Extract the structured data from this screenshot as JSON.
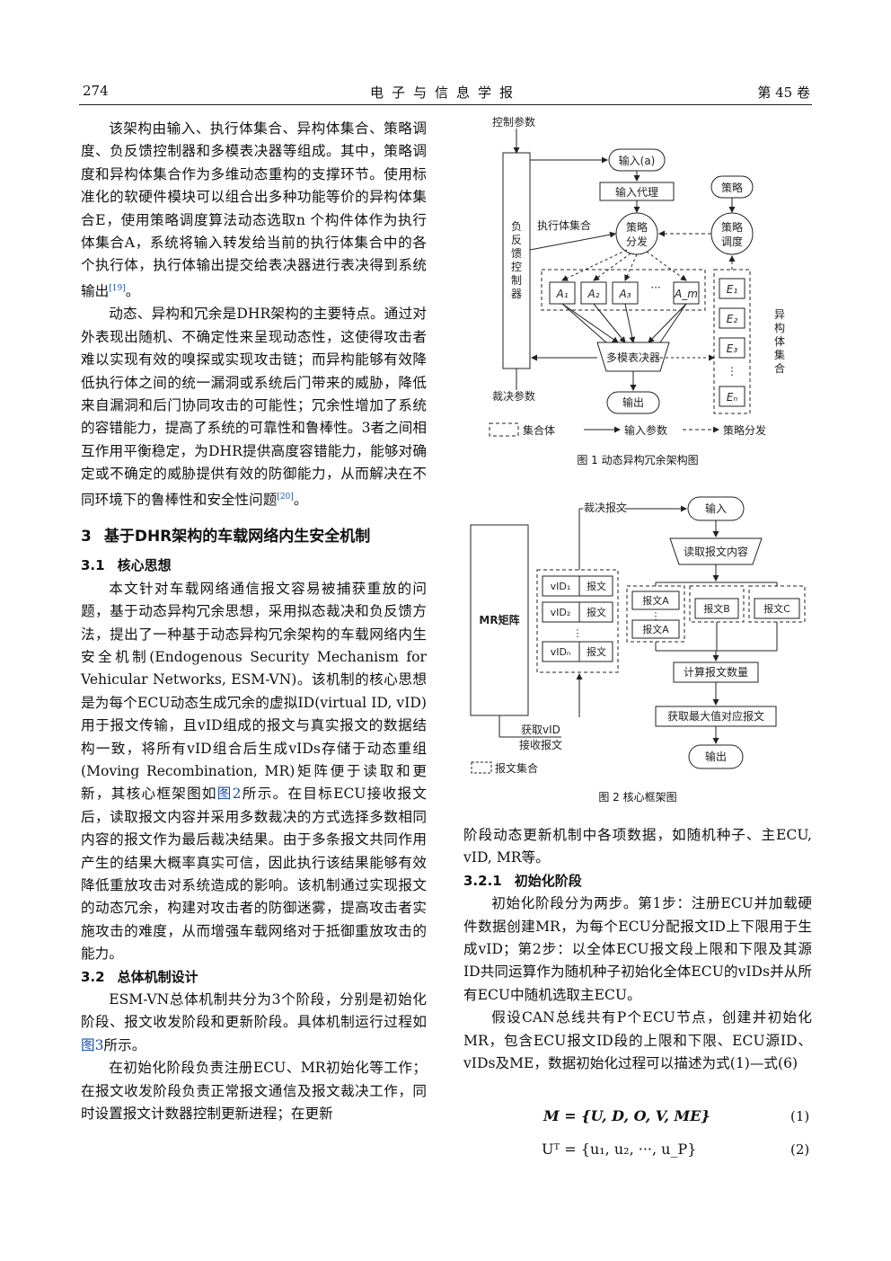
{
  "header": {
    "page_number": "274",
    "journal": "电子与信息学报",
    "volume": "第 45 卷"
  },
  "left": {
    "p1": "该架构由输入、执行体集合、异构体集合、策略调度、负反馈控制器和多模表决器等组成。其中，策略调度和异构体集合作为多维动态重构的支撑环节。使用标准化的软硬件模块可以组合出多种功能等价的异构体集合E，使用策略调度算法动态选取n 个构件体作为执行体集合A，系统将输入转发给当前的执行体集合中的各个执行体，执行体输出提交给表决器进行表决得到系统输出",
    "p1_ref": "[19]",
    "p1_end": "。",
    "p2": "动态、异构和冗余是DHR架构的主要特点。通过对外表现出随机、不确定性来呈现动态性，这使得攻击者难以实现有效的嗅探或实现攻击链；而异构能够有效降低执行体之间的统一漏洞或系统后门带来的威胁，降低来自漏洞和后门协同攻击的可能性；冗余性增加了系统的容错能力，提高了系统的可靠性和鲁棒性。3者之间相互作用平衡稳定，为DHR提供高度容错能力，能够对确定或不确定的威胁提供有效的防御能力，从而解决在不同环境下的鲁棒性和安全性问题",
    "p2_ref": "[20]",
    "p2_end": "。",
    "sec3_num": "3",
    "sec3_title": "基于DHR架构的车载网络内生安全机制",
    "sec31_num": "3.1",
    "sec31_title": "核心思想",
    "p3a": "本文针对车载网络通信报文容易被捕获重放的问题，基于动态异构冗余思想，采用拟态裁决和负反馈方法，提出了一种基于动态异构冗余架构的车载网络内生安全机制(Endogenous Security Mechanism for Vehicular Networks, ESM-VN)。该机制的核心思想是为每个ECU动态生成冗余的虚拟ID(virtual ID, vID)用于报文传输，且vID组成的报文与真实报文的数据结构一致，将所有vID组合后生成vIDs存储于动态重组(Moving Recombination, MR)矩阵便于读取和更新，其核心框架图如",
    "p3_ref": "图2",
    "p3b": "所示。在目标ECU接收报文后，读取报文内容并采用多数裁决的方式选择多数相同内容的报文作为最后裁决结果。由于多条报文共同作用产生的结果大概率真实可信，因此执行该结果能够有效降低重放攻击对系统造成的影响。该机制通过实现报文的动态冗余，构建对攻击者的防御迷雾，提高攻击者实施攻击的难度，从而增强车载网络对于抵御重放攻击的能力。",
    "sec32_num": "3.2",
    "sec32_title": "总体机制设计",
    "p4a": "ESM-VN总体机制共分为3个阶段，分别是初始化阶段、报文收发阶段和更新阶段。具体机制运行过程如",
    "p4_ref": "图3",
    "p4b": "所示。",
    "p5": "在初始化阶段负责注册ECU、MR初始化等工作；在报文收发阶段负责正常报文通信及报文裁决工作，同时设置报文计数器控制更新进程；在更新"
  },
  "right": {
    "p1": "阶段动态更新机制中各项数据，如随机种子、主ECU, vID, MR等。",
    "sec321_num": "3.2.1",
    "sec321_title": "初始化阶段",
    "p2": "初始化阶段分为两步。第1步：注册ECU并加载硬件数据创建MR，为每个ECU分配报文ID上下限用于生成vID；第2步：以全体ECU报文段上限和下限及其源ID共同运算作为随机种子初始化全体ECU的vIDs并从所有ECU中随机选取主ECU。",
    "p3": "假设CAN总线共有P个ECU节点，创建并初始化MR，包含ECU报文ID段的上限和下限、ECU源ID、vIDs及ME，数据初始化过程可以描述为式(1)—式(6)",
    "eq1": "M = {U, D, O, V, ME}",
    "eq1_num": "(1)",
    "eq2": "Uᵀ = {u₁, u₂, ···, u_P}",
    "eq2_num": "(2)"
  },
  "fig1": {
    "caption": "图 1 动态异构冗余架构图",
    "ctrl_params": "控制参数",
    "input": "输入(a)",
    "input_proxy": "输入代理",
    "strategy": "策略",
    "exec_set": "执行体集合",
    "strategy_dispatch_1": "策略",
    "strategy_dispatch_2": "分发",
    "strategy_sched_1": "策略",
    "strategy_sched_2": "调度",
    "feedback": [
      "负",
      "反",
      "馈",
      "控",
      "制",
      "器"
    ],
    "a1": "A₁",
    "a2": "A₂",
    "a3": "A₃",
    "ellipsis": "···",
    "am": "A_m",
    "e1": "E₁",
    "e2": "E₂",
    "e3": "E₃",
    "edots": "⋮",
    "en": "Eₙ",
    "hetero": [
      "异",
      "构",
      "体",
      "集",
      "合"
    ],
    "voter": "多模表决器",
    "verdict_params": "裁决参数",
    "output": "输出",
    "legend_set": "集合体",
    "legend_input": "输入参数",
    "legend_dispatch": "策略分发"
  },
  "fig2": {
    "caption": "图 2 核心框架图",
    "verdict_msg": "裁决报文",
    "input": "输入",
    "mr_matrix": "MR矩阵",
    "read_msg": "读取报文内容",
    "vid1": "vID₁",
    "vid2": "vID₂",
    "vidn": "vIDₙ",
    "msg": "报文",
    "vdots": "⋮",
    "msg_a": "报文A",
    "msg_b": "报文B",
    "msg_c": "报文C",
    "count": "计算报文数量",
    "get_max": "获取最大值对应报文",
    "output": "输出",
    "get_vid_1": "获取vID",
    "get_vid_2": "接收报文",
    "legend_set": "报文集合"
  }
}
